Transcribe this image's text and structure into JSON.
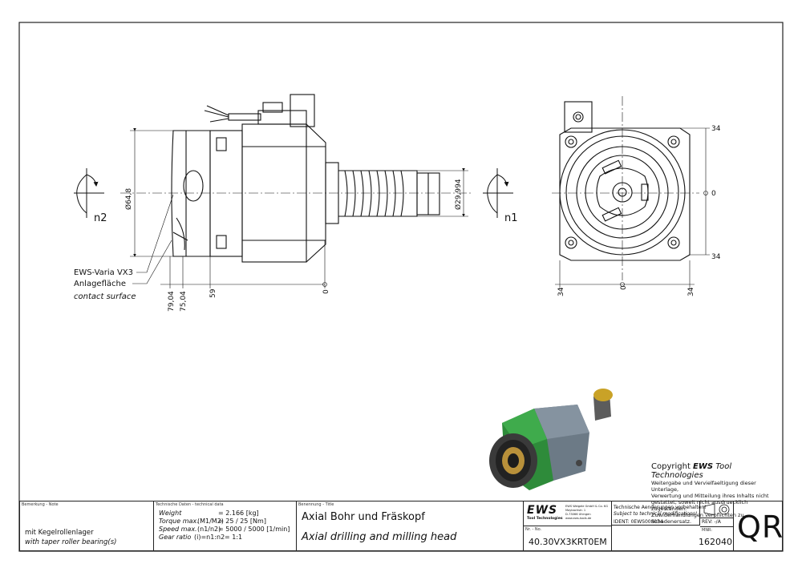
{
  "drawing": {
    "dims": {
      "d64": "Ø64,8",
      "d29": "Ø29,994",
      "v79": "79,04",
      "v75": "75,04",
      "v59": "59",
      "v0": "0",
      "r34a": "34",
      "r0": "0",
      "r34b": "34",
      "b34a": "34",
      "b0": "0",
      "b34b": "34"
    },
    "n1": "n1",
    "n2": "n2",
    "callout1": "EWS-Varia VX3",
    "callout2": "Anlagefläche",
    "callout3": "contact surface"
  },
  "copyright": {
    "prefix": "Copyright ",
    "brand": "EWS",
    "suffix": " Tool Technologies",
    "lines": [
      "Weitergabe und Vervielfaeltigung dieser Unterlage,",
      "Verwertung und Mitteilung ihres Inhalts nicht",
      "gestattet, soweit nicht ausdruecklich zugestanden.",
      "Zuwiderhandlungen verpflichten zu Schadenersatz."
    ]
  },
  "titleblock": {
    "remark_label": "Bemerkung - Note",
    "remark_de": "mit Kegelrollenlager",
    "remark_en": "with taper roller bearing(s)",
    "tech_label": "Technische Daten - technical data",
    "rows": [
      {
        "k": "Weight",
        "u": "",
        "v": "=  2.166  [kg]"
      },
      {
        "k": "Torque max.",
        "u": "(M1/M2)",
        "v": "=  25  /  25  [Nm]"
      },
      {
        "k": "Speed max.",
        "u": "(n1/n2)",
        "v": "=  5000  /  5000  [1/min]"
      },
      {
        "k": "Gear ratio",
        "u": "(i)=n1:n2",
        "v": "=  1:1"
      }
    ],
    "title_label": "Benennung - Title",
    "title_de": "Axial Bohr und Fräskopf",
    "title_en": "Axial drilling and milling head",
    "logo_text": "EWS",
    "logo_sub": "Tool Technologies",
    "company_lines": [
      "EWS Weigele GmbH & Co. KG",
      "Maybachstr. 1",
      "D-73066 Uhingen",
      "www.ews-tools.de"
    ],
    "nr_label": "Nr. - No.",
    "part_no": "40.30VX3KRT0EM",
    "notice_de": "Technische Aenderungen vorbehalten!",
    "notice_en": "Subject to technical modifications!",
    "ident": "IDENT:  0EWS008034",
    "rev": "REV:  -/A",
    "mnr_label": "MNR:",
    "mnr": "162040",
    "qr": "QR"
  }
}
